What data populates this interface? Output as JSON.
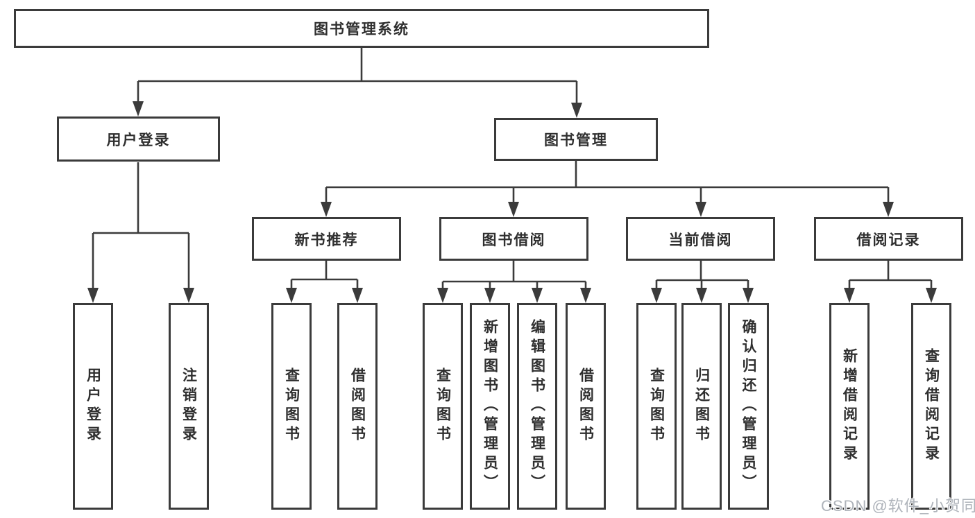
{
  "colors": {
    "line": "#3b3b3b",
    "box_border": "#3b3b3b",
    "text": "#2f2f2f",
    "background": "#ffffff",
    "watermark": "#aeb3ba"
  },
  "nodes": {
    "root": "图书管理系统",
    "user_login": "用户登录",
    "book_management": "图书管理",
    "new_book_recommend": "新书推荐",
    "book_borrowing": "图书借阅",
    "current_borrowing": "当前借阅",
    "borrowing_records": "借阅记录",
    "login_user_login": "用户登录",
    "login_logout": "注销登录",
    "recommend_query_books": "查询图书",
    "recommend_borrow_books": "借阅图书",
    "borrowing_query_books": "查询图书",
    "borrowing_add_books": "新增图书（管理员）",
    "borrowing_edit_books": "编辑图书（管理员）",
    "borrowing_borrow_books": "借阅图书",
    "current_query_books": "查询图书",
    "current_return_books": "归还图书",
    "current_confirm_return": "确认归还（管理员）",
    "records_add_record": "新增借阅记录",
    "records_query_record": "查询借阅记录"
  },
  "watermark": "CSDN @软件_小贺同学"
}
